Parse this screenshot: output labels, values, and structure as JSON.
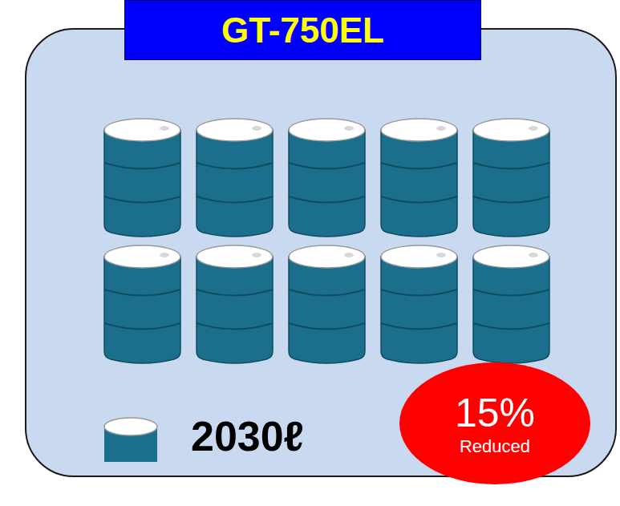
{
  "diagram": {
    "title": "GT-750EL",
    "nodes": [
      {
        "text": [
          "15%",
          "Reduced"
        ]
      }
    ],
    "labels": [
      "2030ℓ"
    ]
  }
}
